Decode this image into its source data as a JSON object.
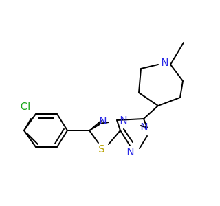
{
  "molecule": {
    "atoms": {
      "chlorine": {
        "symbol": "Cl",
        "color": "#18A518"
      },
      "sulfur": {
        "symbol": "S",
        "color": "#B8A200"
      },
      "nitrogen_ring_fused_upper": {
        "symbol": "N",
        "color": "#2A2AE6"
      },
      "nitrogen_ring_fused_lower": {
        "symbol": "N",
        "color": "#2A2AE6"
      },
      "nitrogen_triazole_upper": {
        "symbol": "N",
        "color": "#2A2AE6"
      },
      "nitrogen_triazole_lower": {
        "symbol": "N",
        "color": "#2A2AE6"
      },
      "nitrogen_piperidine": {
        "symbol": "N",
        "color": "#2A2AE6"
      }
    }
  }
}
